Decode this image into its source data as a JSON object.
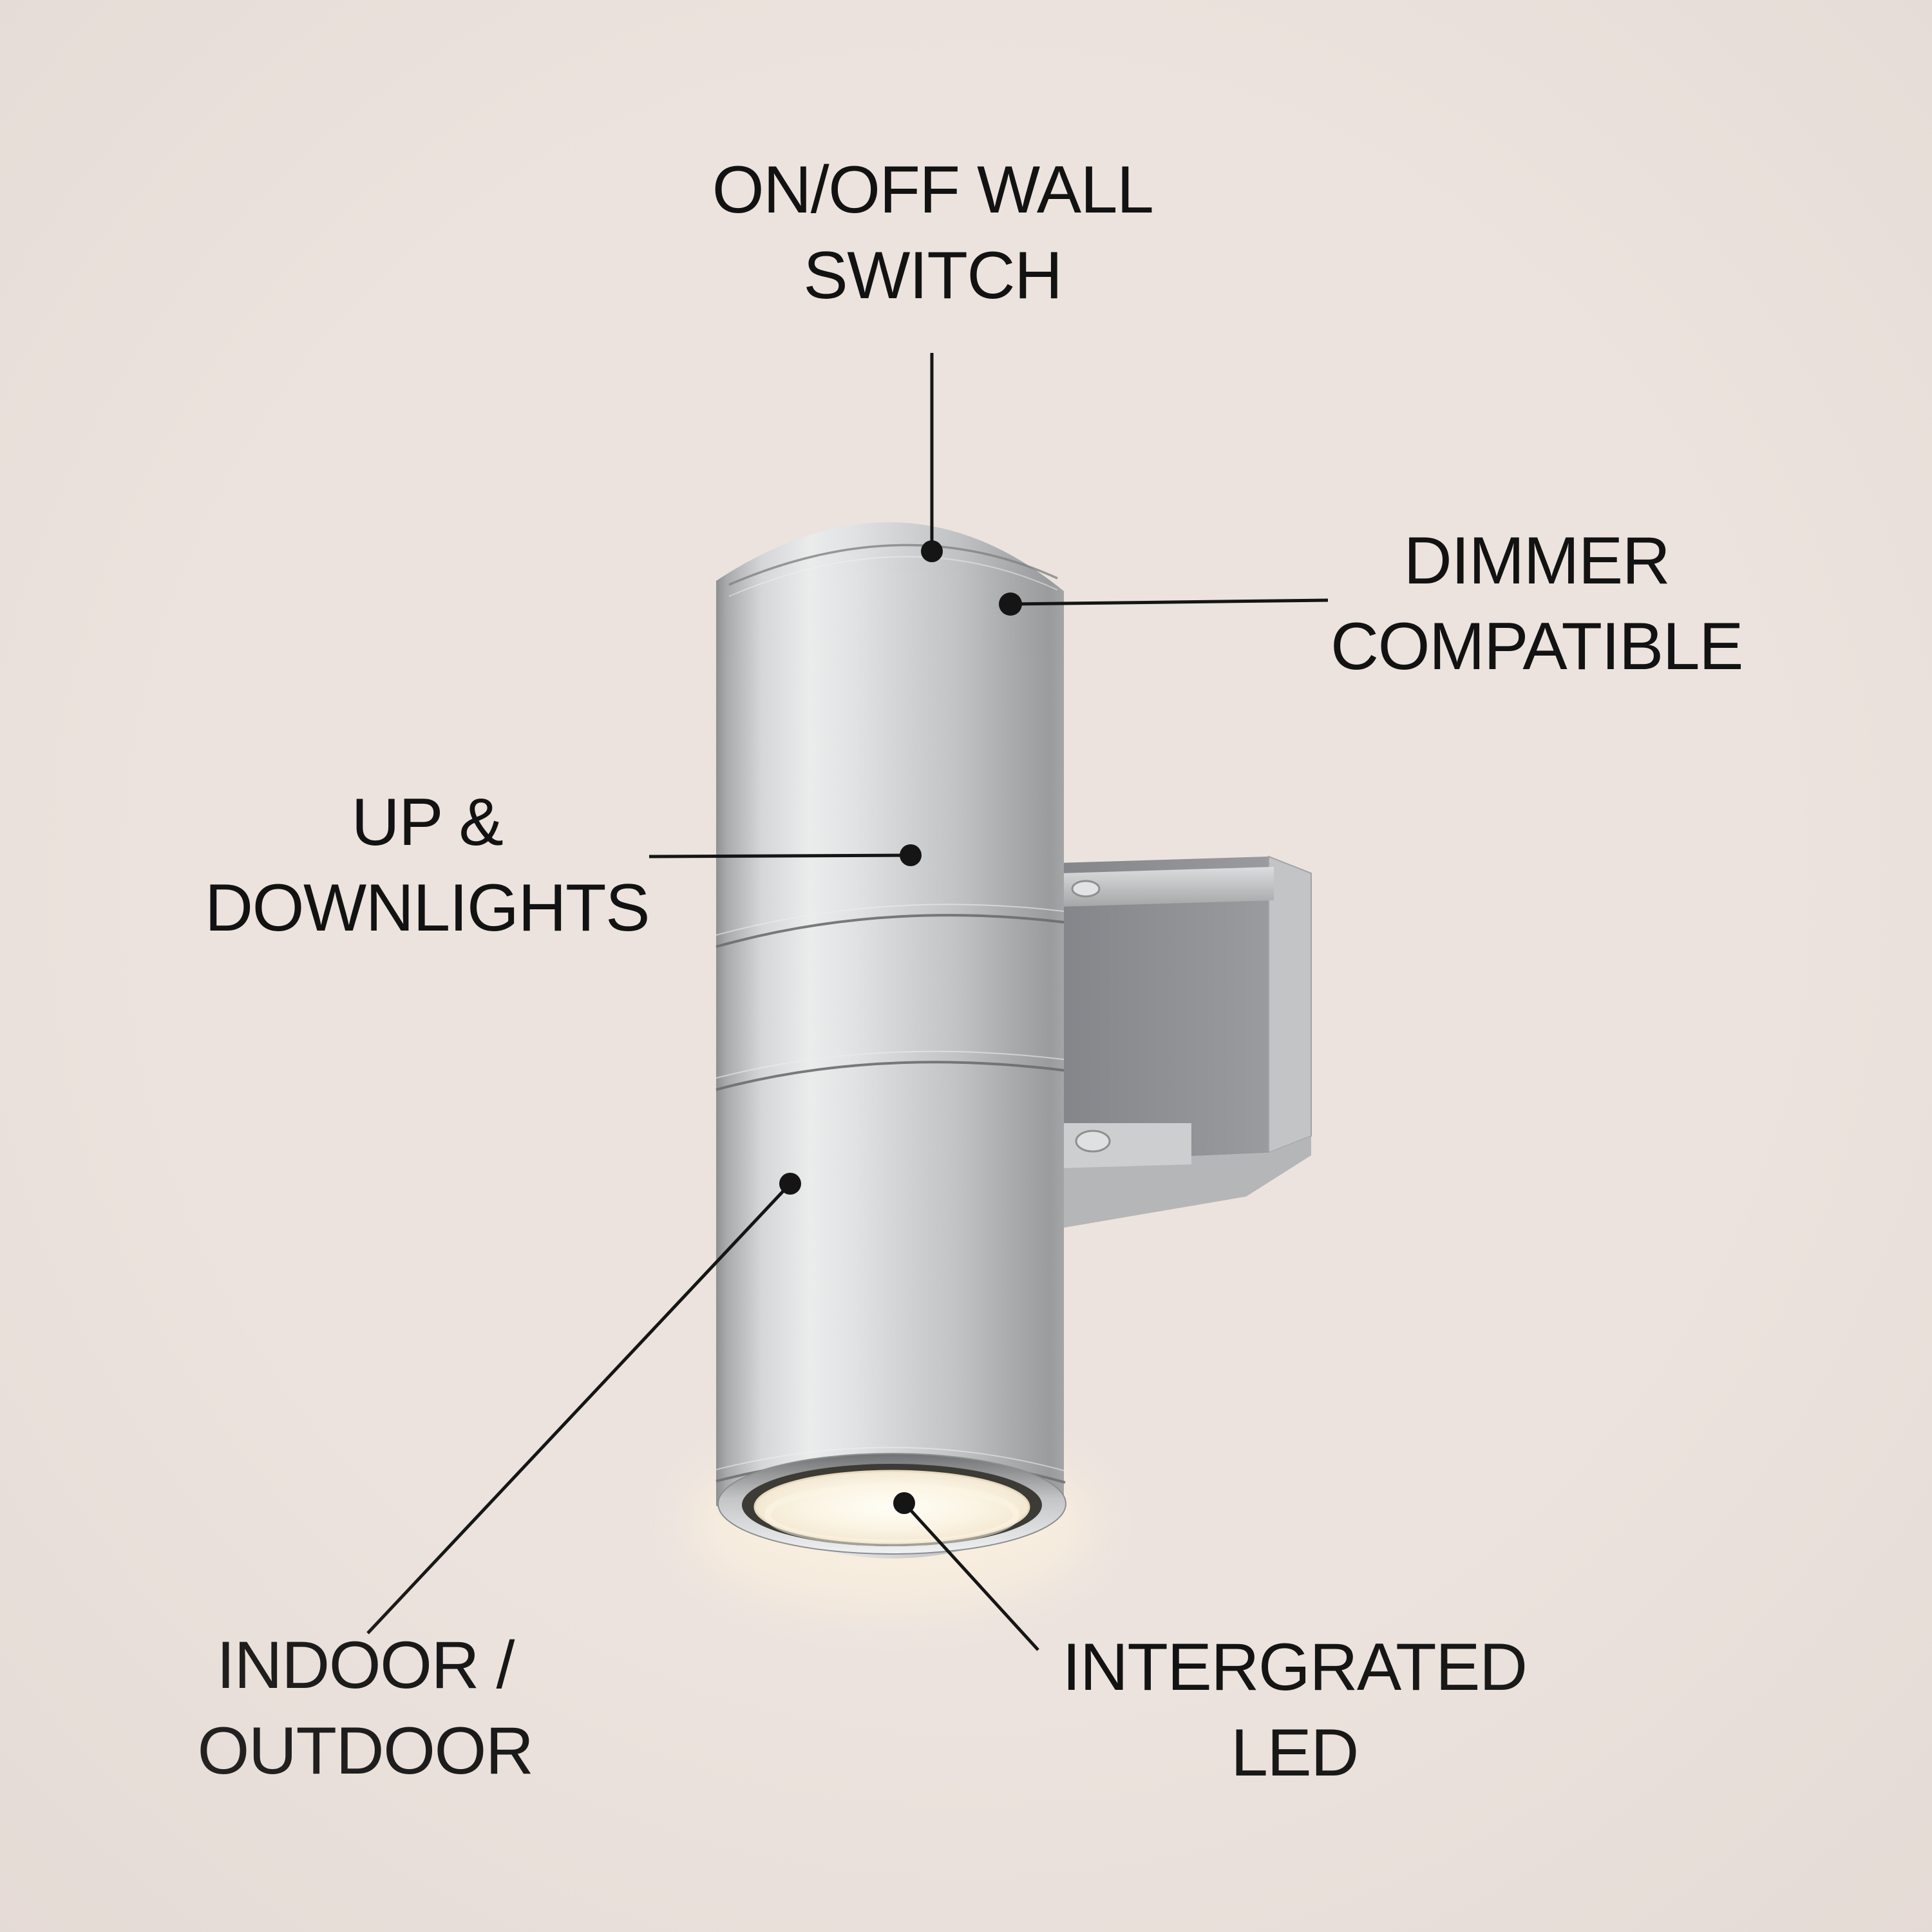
{
  "colors": {
    "background": "#ece3de",
    "label_text": "#121212",
    "leader_line": "#151515",
    "fixture_silver_mid": "#cfd0d2",
    "fixture_silver_highlight": "#eceded",
    "fixture_silver_shadow": "#97989a",
    "bracket_face": "#8d8e92",
    "bracket_bevel": "#c3c4c6",
    "led_glow": "#f8f0de",
    "led_ring_dark": "#3c3b35"
  },
  "callouts": {
    "on_off_wall_switch": {
      "line1": "ON/OFF WALL",
      "line2": "SWITCH"
    },
    "dimmer_compatible": {
      "line1": "DIMMER",
      "line2": "COMPATIBLE"
    },
    "up_downlights": {
      "line1": "UP &",
      "line2": "DOWNLIGHTS"
    },
    "indoor_outdoor": {
      "line1": "INDOOR /",
      "line2": "OUTDOOR"
    },
    "intergrated_led": {
      "line1": "INTERGRATED",
      "line2": "LED"
    }
  }
}
